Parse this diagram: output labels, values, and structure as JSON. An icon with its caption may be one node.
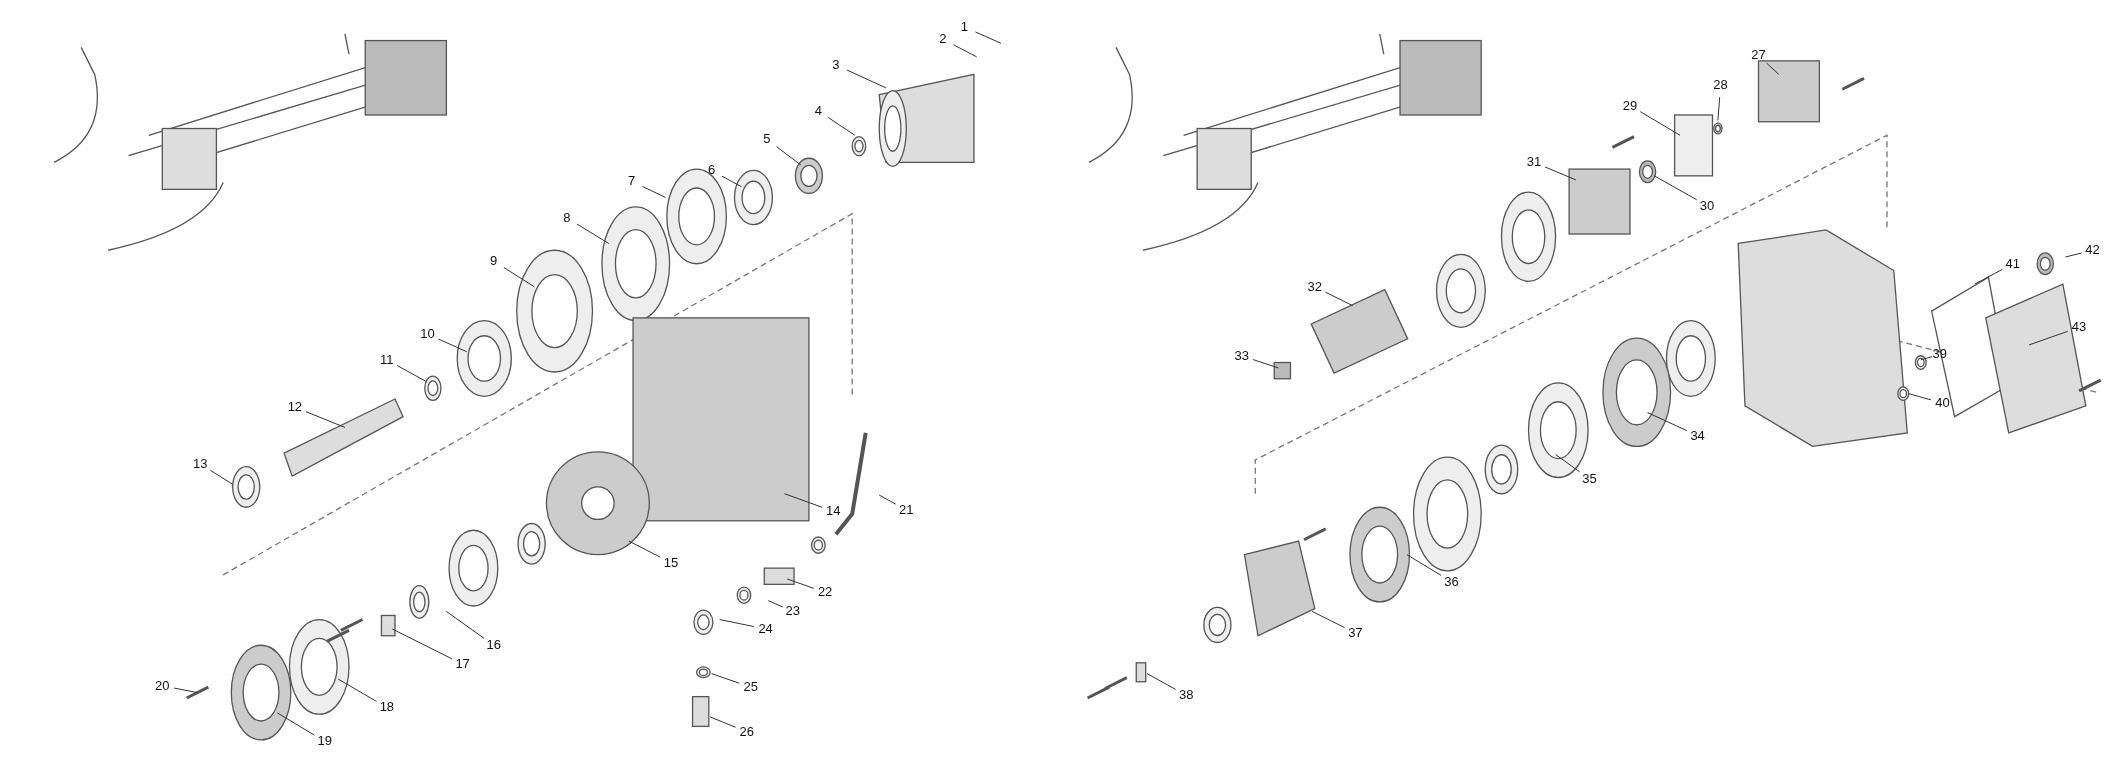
{
  "diagram": {
    "nodes": [
      {
        "text": [
          "1"
        ]
      },
      {
        "text": [
          "2"
        ]
      },
      {
        "text": [
          "3"
        ]
      },
      {
        "text": [
          "4"
        ]
      },
      {
        "text": [
          "5"
        ]
      },
      {
        "text": [
          "6"
        ]
      },
      {
        "text": [
          "7"
        ]
      },
      {
        "text": [
          "8"
        ]
      },
      {
        "text": [
          "9"
        ]
      },
      {
        "text": [
          "10"
        ]
      },
      {
        "text": [
          "11"
        ]
      },
      {
        "text": [
          "12"
        ]
      },
      {
        "text": [
          "13"
        ]
      },
      {
        "text": [
          "14"
        ]
      },
      {
        "text": [
          "15"
        ]
      },
      {
        "text": [
          "16"
        ]
      },
      {
        "text": [
          "17"
        ]
      },
      {
        "text": [
          "18"
        ]
      },
      {
        "text": [
          "19"
        ]
      },
      {
        "text": [
          "20"
        ]
      },
      {
        "text": [
          "21"
        ]
      },
      {
        "text": [
          "22"
        ]
      },
      {
        "text": [
          "23"
        ]
      },
      {
        "text": [
          "24"
        ]
      },
      {
        "text": [
          "25"
        ]
      },
      {
        "text": [
          "26"
        ]
      },
      {
        "text": [
          "27"
        ]
      },
      {
        "text": [
          "28"
        ]
      },
      {
        "text": [
          "29"
        ]
      },
      {
        "text": [
          "30"
        ]
      },
      {
        "text": [
          "31"
        ]
      },
      {
        "text": [
          "32"
        ]
      },
      {
        "text": [
          "33"
        ]
      },
      {
        "text": [
          "34"
        ]
      },
      {
        "text": [
          "35"
        ]
      },
      {
        "text": [
          "36"
        ]
      },
      {
        "text": [
          "37"
        ]
      },
      {
        "text": [
          "38"
        ]
      },
      {
        "text": [
          "39"
        ]
      },
      {
        "text": [
          "40"
        ]
      },
      {
        "text": [
          "41"
        ]
      },
      {
        "text": [
          "42"
        ]
      },
      {
        "text": [
          "43"
        ]
      }
    ],
    "edges": [
      {
        "from": 0,
        "to": null,
        "arrow": "none"
      },
      {
        "from": 1,
        "to": null,
        "arrow": "none"
      },
      {
        "from": 2,
        "to": null,
        "arrow": "none"
      },
      {
        "from": 3,
        "to": null,
        "arrow": "none"
      },
      {
        "from": 4,
        "to": null,
        "arrow": "none"
      },
      {
        "from": 5,
        "to": null,
        "arrow": "none"
      },
      {
        "from": 6,
        "to": null,
        "arrow": "none"
      },
      {
        "from": 7,
        "to": null,
        "arrow": "none"
      },
      {
        "from": 8,
        "to": null,
        "arrow": "none"
      },
      {
        "from": 9,
        "to": null,
        "arrow": "none"
      },
      {
        "from": 10,
        "to": null,
        "arrow": "none"
      },
      {
        "from": 11,
        "to": null,
        "arrow": "none"
      },
      {
        "from": 12,
        "to": null,
        "arrow": "none"
      },
      {
        "from": 13,
        "to": null,
        "arrow": "none"
      },
      {
        "from": 14,
        "to": null,
        "arrow": "none"
      },
      {
        "from": 15,
        "to": null,
        "arrow": "none"
      },
      {
        "from": 16,
        "to": null,
        "arrow": "none"
      },
      {
        "from": 17,
        "to": null,
        "arrow": "none"
      },
      {
        "from": 18,
        "to": null,
        "arrow": "none"
      },
      {
        "from": 19,
        "to": null,
        "arrow": "none"
      },
      {
        "from": 20,
        "to": null,
        "arrow": "none"
      },
      {
        "from": 21,
        "to": null,
        "arrow": "none"
      },
      {
        "from": 22,
        "to": null,
        "arrow": "none"
      },
      {
        "from": 23,
        "to": null,
        "arrow": "none"
      },
      {
        "from": 24,
        "to": null,
        "arrow": "none"
      },
      {
        "from": 25,
        "to": null,
        "arrow": "none"
      },
      {
        "from": 26,
        "to": null,
        "arrow": "none"
      },
      {
        "from": 27,
        "to": null,
        "arrow": "none"
      },
      {
        "from": 28,
        "to": null,
        "arrow": "none"
      },
      {
        "from": 29,
        "to": null,
        "arrow": "none"
      },
      {
        "from": 30,
        "to": null,
        "arrow": "none"
      },
      {
        "from": 31,
        "to": null,
        "arrow": "none"
      },
      {
        "from": 32,
        "to": null,
        "arrow": "none"
      },
      {
        "from": 33,
        "to": null,
        "arrow": "none"
      },
      {
        "from": 34,
        "to": null,
        "arrow": "none"
      },
      {
        "from": 35,
        "to": null,
        "arrow": "none"
      },
      {
        "from": 36,
        "to": null,
        "arrow": "none"
      },
      {
        "from": 37,
        "to": null,
        "arrow": "none"
      },
      {
        "from": 38,
        "to": null,
        "arrow": "none"
      },
      {
        "from": 39,
        "to": null,
        "arrow": "none"
      },
      {
        "from": 40,
        "to": null,
        "arrow": "none"
      },
      {
        "from": 41,
        "to": null,
        "arrow": "none"
      },
      {
        "from": 42,
        "to": null,
        "arrow": "none"
      }
    ]
  }
}
